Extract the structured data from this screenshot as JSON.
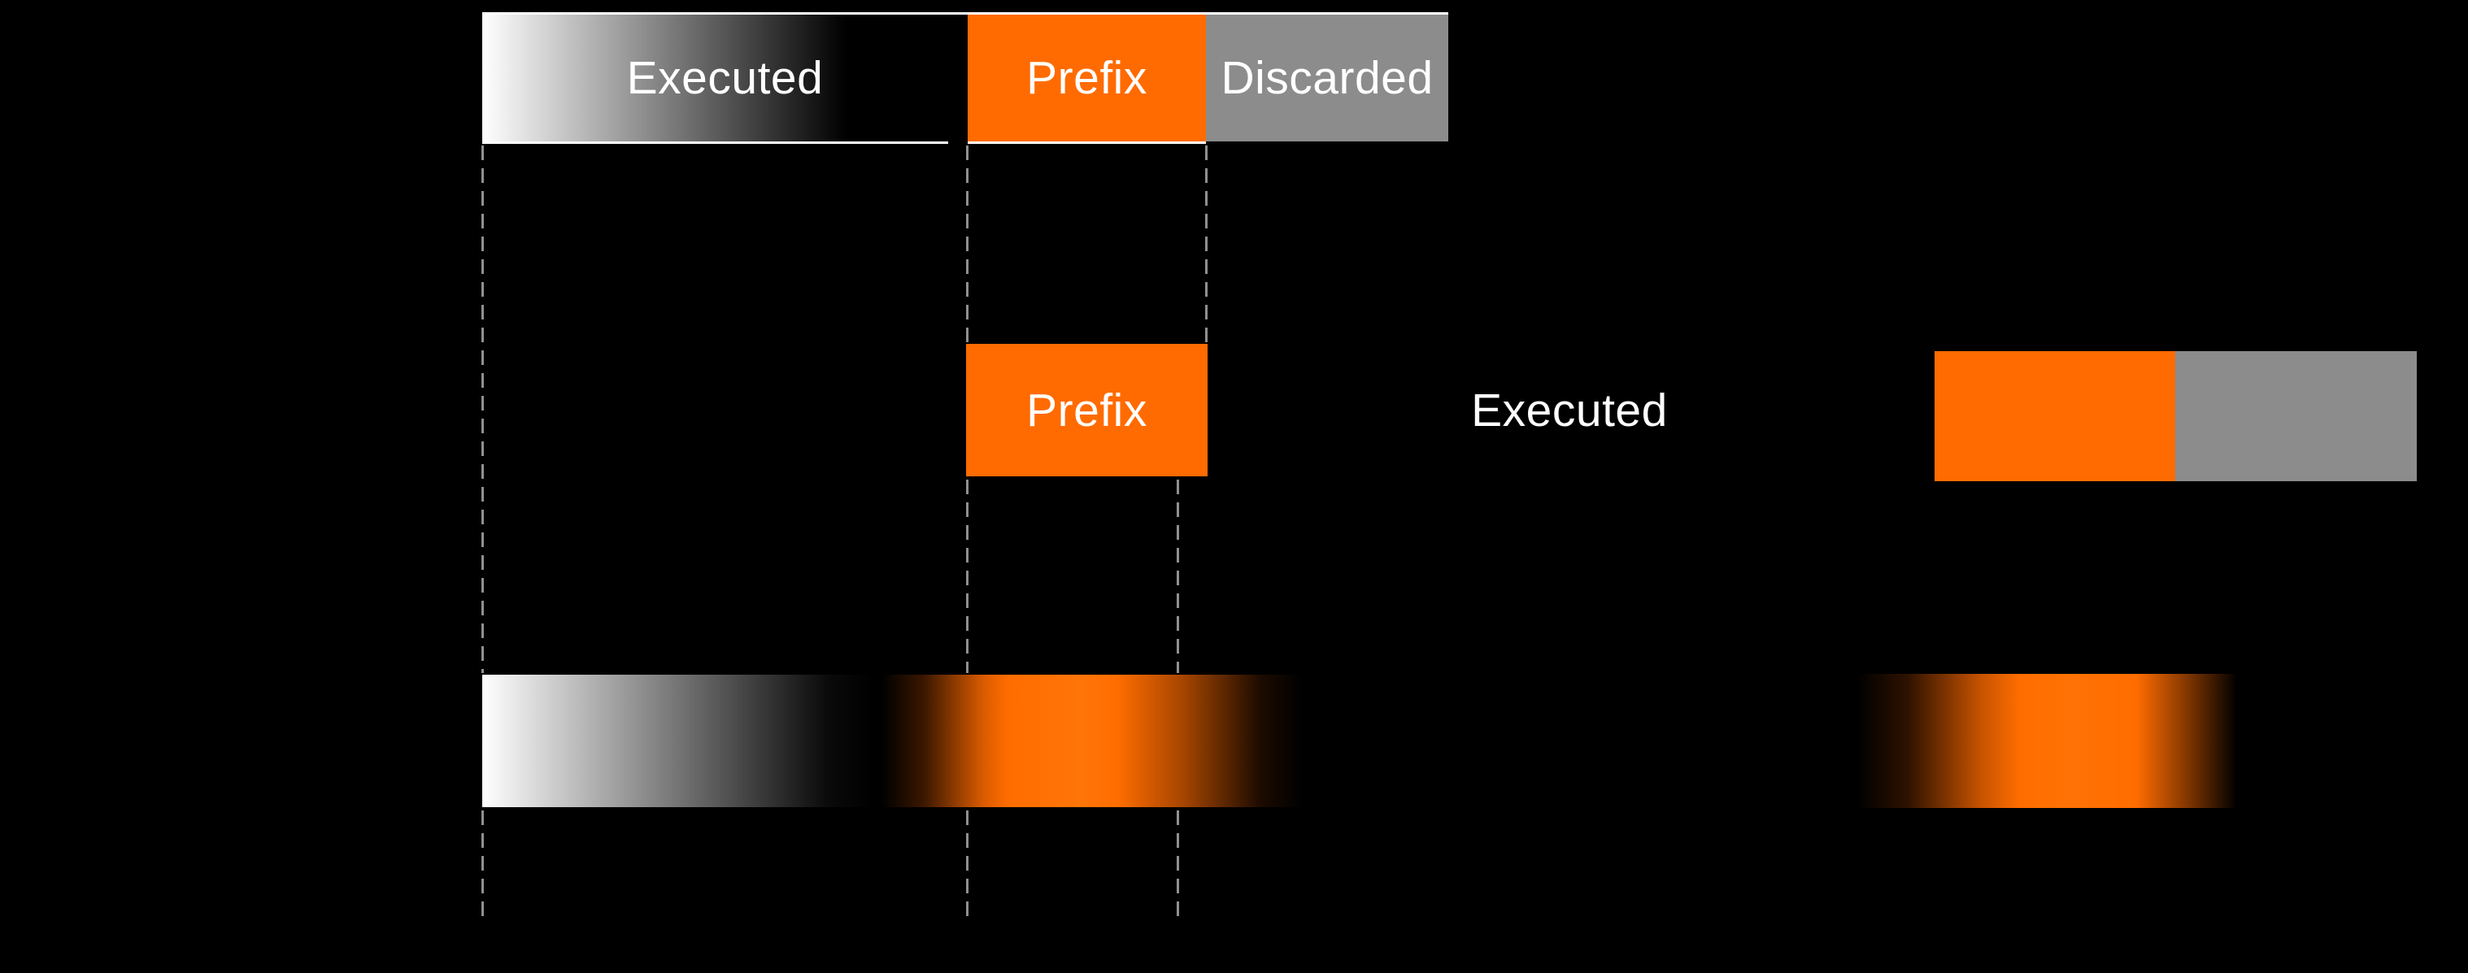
{
  "diagram": {
    "background": "#000000",
    "top_bar": {
      "executed_label": "Executed",
      "prefix_label": "Prefix",
      "discarded_label": "Discarded"
    },
    "middle_row": {
      "prefix_label": "Prefix",
      "executed_label": "Executed"
    },
    "colors": {
      "orange": "#ff6b00",
      "discarded_gray": "#8c8c8c",
      "label_white": "#ffffff",
      "dash_gray": "#909090",
      "executed_gradient_start": "#ffffff",
      "executed_gradient_end": "#000000"
    }
  }
}
